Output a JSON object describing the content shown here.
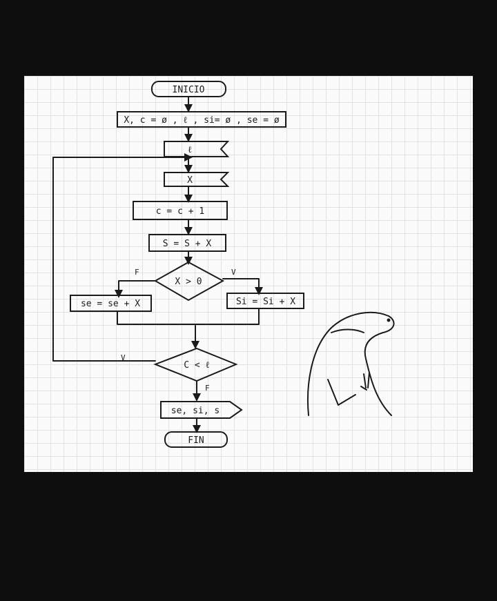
{
  "flowchart": {
    "start": "INICIO",
    "init": "X, c = ø , ℓ , si= ø , se = ø",
    "read_l": "ℓ",
    "read_x": "X",
    "counter": "c = c + 1",
    "sum": "S = S + X",
    "decision1": "X > 0",
    "decision1_false": "F",
    "decision1_true": "V",
    "branch_false": "se = se + X",
    "branch_true": "Si = Si + X",
    "decision2": "C < ℓ",
    "decision2_true": "V",
    "decision2_false": "F",
    "output": "se, si, s",
    "end": "FIN"
  }
}
